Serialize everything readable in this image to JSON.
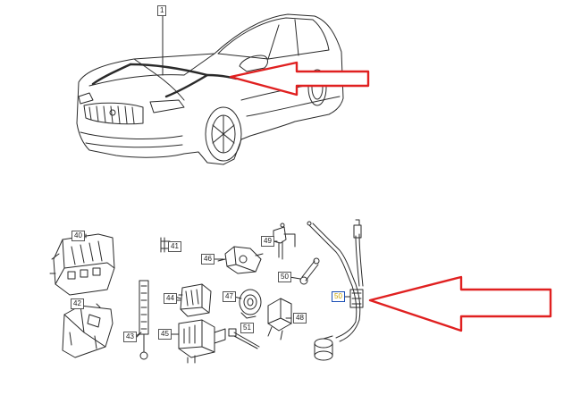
{
  "callouts": {
    "c1": "1",
    "c40": "40",
    "c41": "41",
    "c42": "42",
    "c43": "43",
    "c44": "44",
    "c45": "45",
    "c46": "46",
    "c47": "47",
    "c48": "48",
    "c49": "49",
    "c50a": "50",
    "c50b": "50",
    "c51": "51"
  },
  "colors": {
    "arrow": "#e02020",
    "highlight_box": "#1b4fb5",
    "highlight_text": "#c8a000",
    "line": "#2a2a2a"
  }
}
